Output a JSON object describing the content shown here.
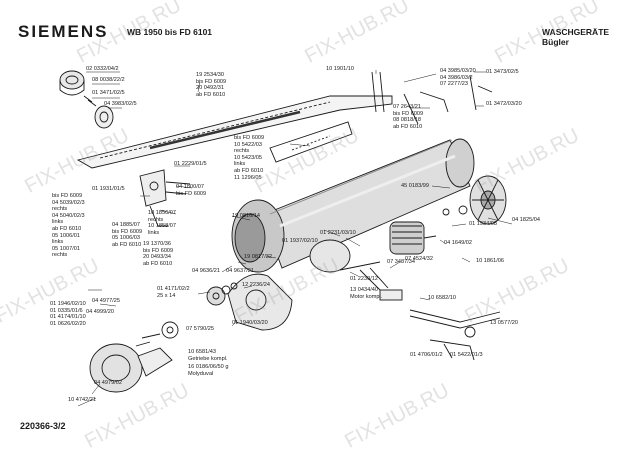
{
  "header": {
    "brand": "SIEMENS",
    "model": "WB 1950 bis FD 6101",
    "category_line1": "WASCHGERÄTE",
    "category_line2": "Bügler"
  },
  "footer": {
    "doc_id": "220366-3/2"
  },
  "watermark": "FIX-HUB.RU",
  "colors": {
    "ink": "#1a1a1a",
    "watermark": "#b4b4b4",
    "paper": "#ffffff"
  },
  "parts": [
    {
      "id": "p01",
      "text": "02 0332/04/2"
    },
    {
      "id": "p02",
      "text": "08 0038/22/2"
    },
    {
      "id": "p03",
      "text": "01 3471/02/5"
    },
    {
      "id": "p04",
      "text": "04 3983/02/5"
    },
    {
      "id": "p05",
      "text": "19 2534/30\nbis FD 6009\n20 0492/31\nab FD 6010"
    },
    {
      "id": "p06",
      "text": "10 1901/10"
    },
    {
      "id": "p07",
      "text": "04 3985/03/20\n04 3986/03/2\n07 2277/23"
    },
    {
      "id": "p08",
      "text": "01 3473/02/5"
    },
    {
      "id": "p09",
      "text": "07 2643/21\nbis FD 6009\n08 0818/18\nab FD 6010"
    },
    {
      "id": "p10",
      "text": "01 3472/03/20"
    },
    {
      "id": "p11",
      "text": "bis FD 6009\n10 5422/03\nrechts\n10 5423/05\nlinks\nab FD 6010\n11 1296/05"
    },
    {
      "id": "p12",
      "text": "01 2229/01/5"
    },
    {
      "id": "p13",
      "text": "45 0183/99"
    },
    {
      "id": "p14",
      "text": "01 1931/01/5"
    },
    {
      "id": "p15",
      "text": "bis FD 6009\n04 5039/02/3\nrechts\n04 5040/02/3\nlinks\nab FD 6010\n05 1006/01\nlinks\n05 1007/01\nrechts"
    },
    {
      "id": "p16",
      "text": "04 1800/07\nbis FD 6009"
    },
    {
      "id": "p17",
      "text": "10 1856/07\nrechts\n10 1858/07\nlinks"
    },
    {
      "id": "p18",
      "text": "04 1885/07\nbis FD 6009\n05 1006/03\nab FD 6010"
    },
    {
      "id": "p19",
      "text": "19 0816/14"
    },
    {
      "id": "p20",
      "text": "01 2231/03/10"
    },
    {
      "id": "p21",
      "text": "01 1937/02/10"
    },
    {
      "id": "p22",
      "text": "04 1825/04"
    },
    {
      "id": "p23",
      "text": "01 1934/08"
    },
    {
      "id": "p24",
      "text": "04 1649/02"
    },
    {
      "id": "p25",
      "text": "19 1370/36\nbis FD 6009\n20 0493/34\nab FD 6010"
    },
    {
      "id": "p26",
      "text": "19 0817/32"
    },
    {
      "id": "p27",
      "text": "07 4524/32"
    },
    {
      "id": "p28",
      "text": "07 3487/34"
    },
    {
      "id": "p29",
      "text": "10 1861/06"
    },
    {
      "id": "p30",
      "text": "01 2230/12"
    },
    {
      "id": "p31",
      "text": "13 0434/40\nMotor kompl."
    },
    {
      "id": "p32",
      "text": "04 9636/21"
    },
    {
      "id": "p33",
      "text": "04 9637/21"
    },
    {
      "id": "p34",
      "text": "12 2236/24"
    },
    {
      "id": "p35",
      "text": "01 4171/02/2\n25 x 14"
    },
    {
      "id": "p36",
      "text": "04 4977/25"
    },
    {
      "id": "p37",
      "text": "04 4999/20"
    },
    {
      "id": "p38",
      "text": "01 1946/02/10\n01 0335/01/6\n01 4174/01/10\n01 0626/02/20"
    },
    {
      "id": "p39",
      "text": "01 1940/03/20"
    },
    {
      "id": "p40",
      "text": "07 5790/25"
    },
    {
      "id": "p41",
      "text": "10 6582/10"
    },
    {
      "id": "p42",
      "text": "13 0577/20"
    },
    {
      "id": "p43",
      "text": "10 6581/43\nGetriebe kompl."
    },
    {
      "id": "p44",
      "text": "16 0186/06/50 g\nMolyduval"
    },
    {
      "id": "p45",
      "text": "04 4979/02"
    },
    {
      "id": "p46",
      "text": "01 4706/01/2"
    },
    {
      "id": "p47",
      "text": "01 5422/01/3"
    },
    {
      "id": "p48",
      "text": "10 4742/21"
    }
  ]
}
